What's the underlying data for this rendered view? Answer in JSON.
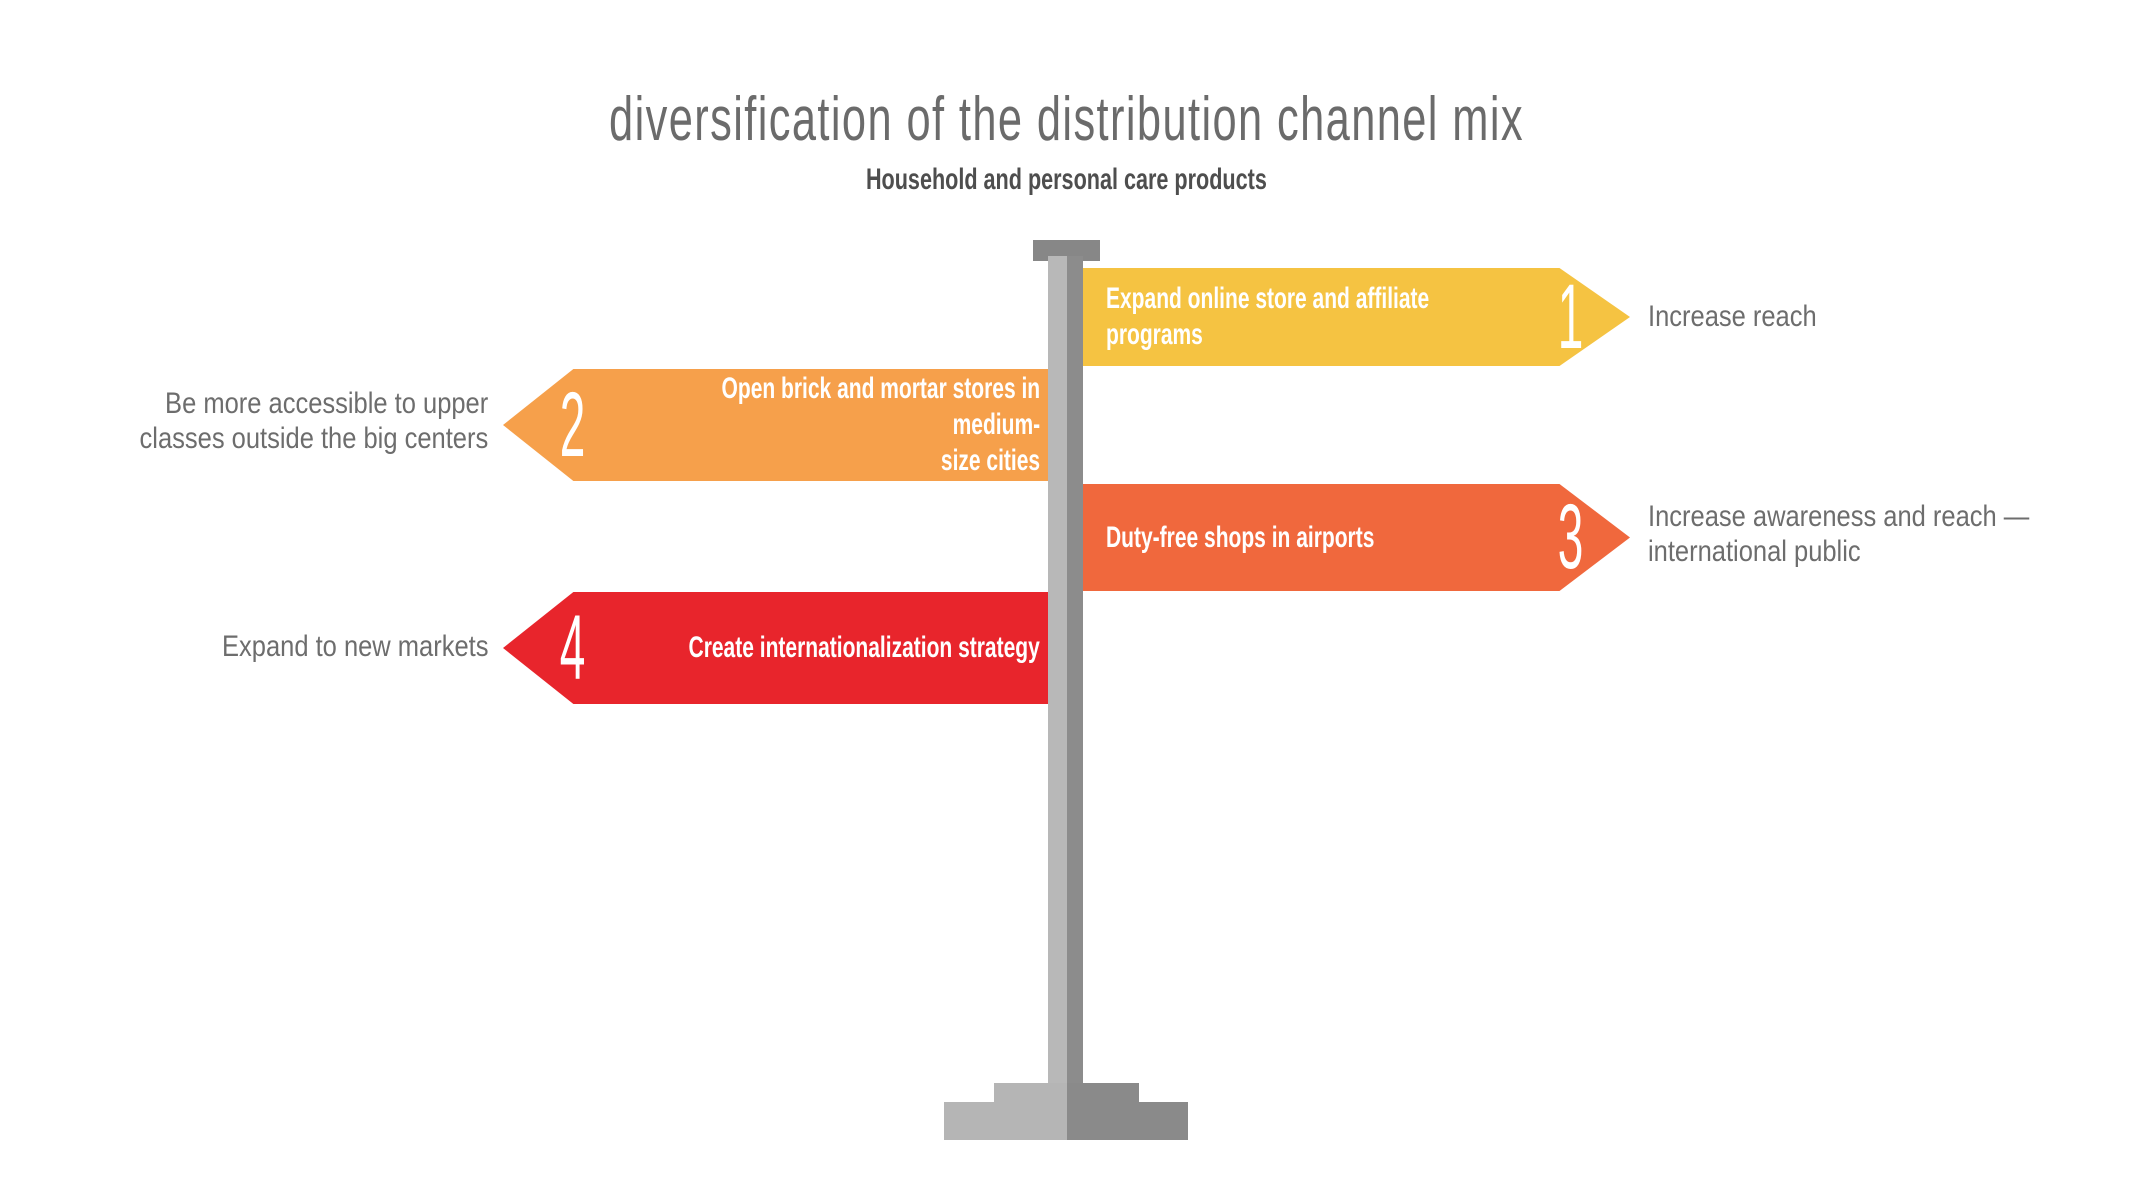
{
  "title": "Diversification of the distribution channel mix",
  "subtitle": "Household and personal care products",
  "signs": [
    {
      "number": "1",
      "direction": "right",
      "lines": [
        "Expand online store and affiliate",
        "programs"
      ],
      "note_lines": [
        "Increase reach"
      ]
    },
    {
      "number": "2",
      "direction": "left",
      "lines": [
        "Open brick and mortar stores in",
        "medium-",
        "size cities"
      ],
      "note_lines": [
        "Be more accessible to upper",
        "classes outside the big centers"
      ]
    },
    {
      "number": "3",
      "direction": "right",
      "lines": [
        "Duty-free shops in airports"
      ],
      "note_lines": [
        "Increase awareness and reach —",
        "international public"
      ]
    },
    {
      "number": "4",
      "direction": "left",
      "lines": [
        "Create internationalization strategy"
      ],
      "note_lines": [
        "Expand to new markets"
      ]
    }
  ],
  "colors": {
    "background": "#ffffff",
    "title_text": "#6b6b6b",
    "subtitle_text": "#4e4e4e",
    "note_text": "#6d6d6d",
    "sign_text": "#ffffff",
    "sign1": "#f5c342",
    "sign2": "#f6a04b",
    "sign3": "#f0683d",
    "sign4": "#e8252c",
    "pole_light": "#b8b8b8",
    "pole_dark": "#8c8c8c",
    "pole_cap": "#878787",
    "base_light": "#b5b5b5",
    "base_dark": "#8a8a8a"
  }
}
